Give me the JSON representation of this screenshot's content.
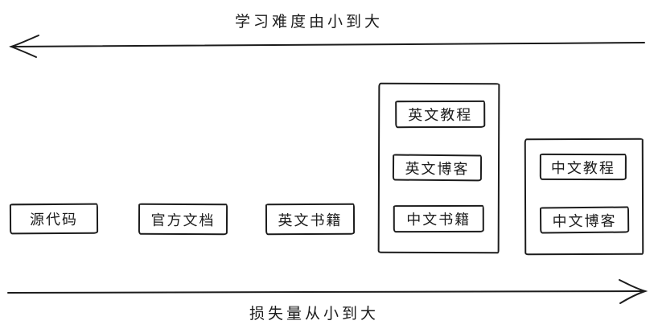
{
  "diagram": {
    "background": "#ffffff",
    "stroke_color": "#1c1c1c",
    "top_axis": {
      "label": "学习难度由小到大",
      "arrow_direction": "left"
    },
    "bottom_axis": {
      "label": "损失量从小到大",
      "arrow_direction": "right"
    },
    "standalone_boxes": [
      {
        "label": "源代码"
      },
      {
        "label": "官方文档"
      },
      {
        "label": "英文书籍"
      }
    ],
    "groups": [
      {
        "items": [
          {
            "label": "英文教程"
          },
          {
            "label": "英文博客"
          },
          {
            "label": "中文书籍"
          }
        ]
      },
      {
        "items": [
          {
            "label": "中文教程"
          },
          {
            "label": "中文博客"
          }
        ]
      }
    ]
  }
}
